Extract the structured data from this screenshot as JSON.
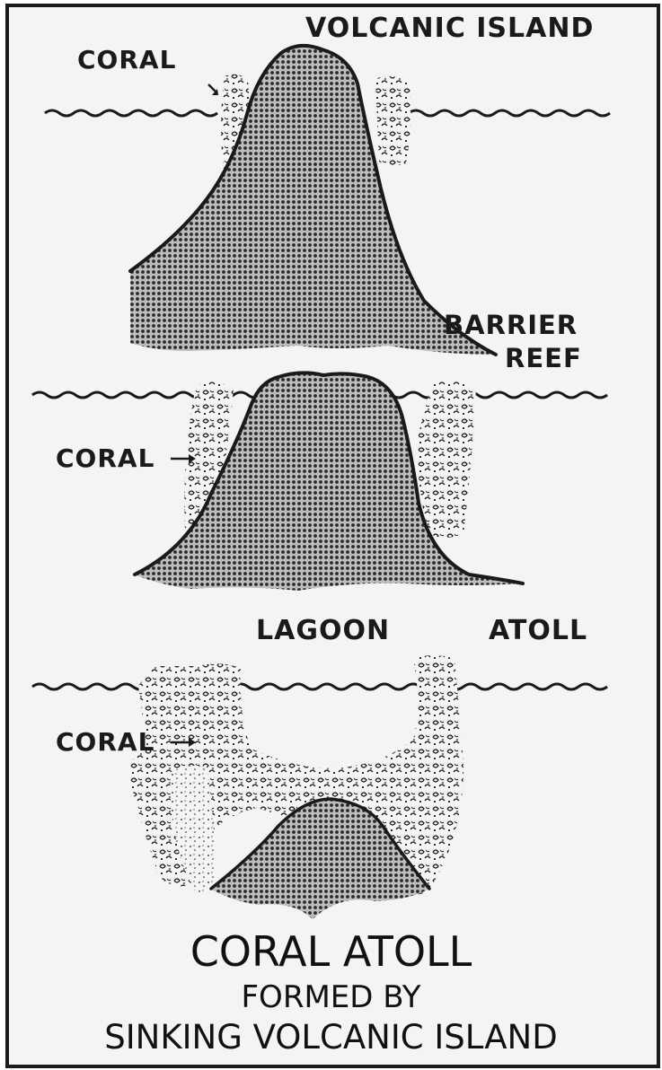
{
  "labels": {
    "volcanic_island": "VOLCANIC ISLAND",
    "coral_top": "CORAL",
    "barrier_reef_line1": "BARRIER",
    "barrier_reef_line2": "REEF",
    "coral_middle": "CORAL",
    "lagoon": "LAGOON",
    "atoll": "ATOLL",
    "coral_bottom": "CORAL"
  },
  "caption": {
    "line1": "CORAL ATOLL",
    "line2": "FORMED BY",
    "line3": "SINKING VOLCANIC ISLAND"
  },
  "colors": {
    "ink": "#1a1a1a",
    "paper": "#f4f4f2",
    "rock_dots": "#2a2a2a"
  }
}
